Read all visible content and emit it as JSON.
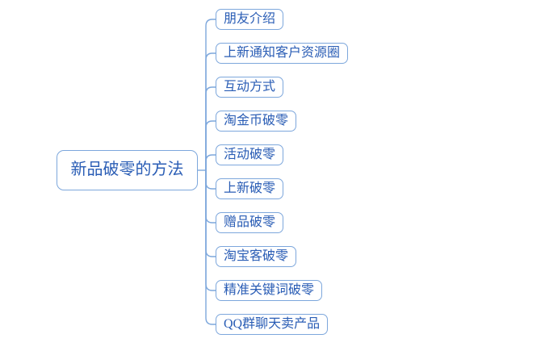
{
  "diagram": {
    "type": "mindmap-tree-right",
    "root": {
      "label": "新品破零的方法"
    },
    "children": [
      {
        "label": "朋友介绍"
      },
      {
        "label": "上新通知客户资源圈"
      },
      {
        "label": "互动方式"
      },
      {
        "label": "淘金币破零"
      },
      {
        "label": "活动破零"
      },
      {
        "label": "上新破零"
      },
      {
        "label": "赠品破零"
      },
      {
        "label": "淘宝客破零"
      },
      {
        "label": "精准关键词破零"
      },
      {
        "label": "QQ群聊天卖产品"
      }
    ],
    "colors": {
      "line": "#7da7dc",
      "node_border": "#7da7dc",
      "node_text": "#2a5db5",
      "background": "#ffffff"
    }
  }
}
